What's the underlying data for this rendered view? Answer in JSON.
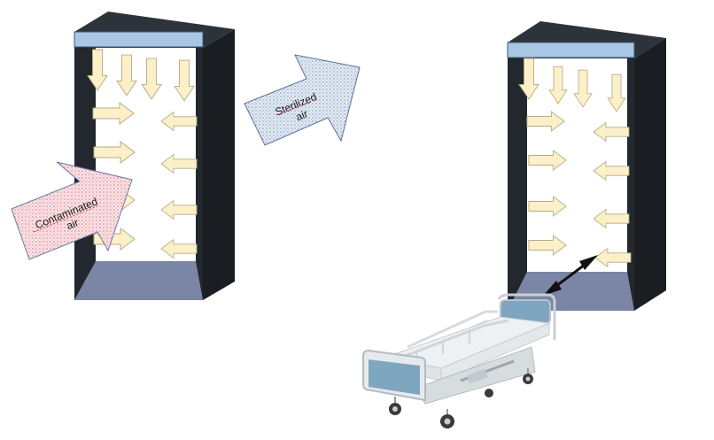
{
  "labels": {
    "contaminated_line1": "Contaminated",
    "contaminated_line2": "air",
    "sterilized_line1": "Sterilized",
    "sterilized_line2": "air"
  },
  "colors": {
    "cabinet_dark": "#23282e",
    "cabinet_side": "#1a1e23",
    "ceiling_blue": "#a9c6e4",
    "floor_blue": "#7b86a6",
    "arrow_fill": "#fcf0c8",
    "arrow_stroke": "#b7ab86",
    "contaminated_fill": "#f7d6dc",
    "sterilized_fill": "#d3e0ee",
    "bed_panel": "#7fa6c0"
  },
  "icons": {
    "contaminated_arrow": "block-arrow-up-right",
    "sterilized_arrow": "block-arrow-up-right",
    "distance_arrow": "double-headed-arrow",
    "bed": "hospital-bed-icon"
  }
}
